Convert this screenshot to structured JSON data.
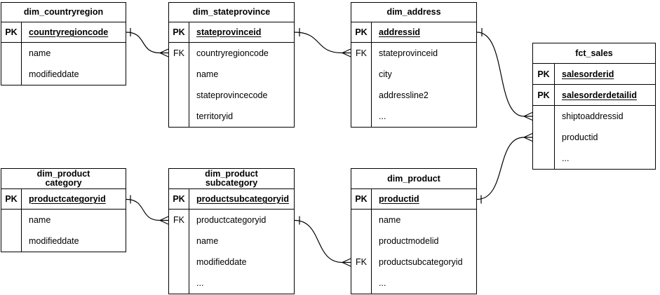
{
  "diagram": {
    "type": "entity-relationship",
    "colors": {
      "background": "#ffffff",
      "line": "#000000",
      "text": "#000000"
    },
    "tables": [
      {
        "name": "dim_countryregion",
        "title_lines": [
          "dim_countryregion"
        ],
        "rows": [
          {
            "key": "PK",
            "field": "countryregioncode"
          },
          {
            "key": "",
            "field": "name"
          },
          {
            "key": "",
            "field": "modifieddate"
          }
        ]
      },
      {
        "name": "dim_stateprovince",
        "title_lines": [
          "dim_stateprovince"
        ],
        "rows": [
          {
            "key": "PK",
            "field": "stateprovinceid"
          },
          {
            "key": "FK",
            "field": "countryregioncode"
          },
          {
            "key": "",
            "field": "name"
          },
          {
            "key": "",
            "field": "stateprovincecode"
          },
          {
            "key": "",
            "field": "territoryid"
          }
        ]
      },
      {
        "name": "dim_address",
        "title_lines": [
          "dim_address"
        ],
        "rows": [
          {
            "key": "PK",
            "field": "addressid"
          },
          {
            "key": "FK",
            "field": "stateprovinceid"
          },
          {
            "key": "",
            "field": "city"
          },
          {
            "key": "",
            "field": "addressline2"
          },
          {
            "key": "",
            "field": "..."
          }
        ]
      },
      {
        "name": "fct_sales",
        "title_lines": [
          "fct_sales"
        ],
        "rows": [
          {
            "key": "PK",
            "field": "salesorderid"
          },
          {
            "key": "PK",
            "field": "salesorderdetailid"
          },
          {
            "key": "",
            "field": "shiptoaddressid"
          },
          {
            "key": "",
            "field": "productid"
          },
          {
            "key": "",
            "field": "..."
          }
        ]
      },
      {
        "name": "dim_product category",
        "title_lines": [
          "dim_product",
          "category"
        ],
        "rows": [
          {
            "key": "PK",
            "field": "productcategoryid"
          },
          {
            "key": "",
            "field": "name"
          },
          {
            "key": "",
            "field": "modifieddate"
          }
        ]
      },
      {
        "name": "dim_product subcategory",
        "title_lines": [
          "dim_product",
          "subcategory"
        ],
        "rows": [
          {
            "key": "PK",
            "field": "productsubcategoryid"
          },
          {
            "key": "FK",
            "field": "productcategoryid"
          },
          {
            "key": "",
            "field": "name"
          },
          {
            "key": "",
            "field": "modifieddate"
          },
          {
            "key": "",
            "field": "..."
          }
        ]
      },
      {
        "name": "dim_product",
        "title_lines": [
          "dim_product"
        ],
        "rows": [
          {
            "key": "PK",
            "field": "productid"
          },
          {
            "key": "",
            "field": "name"
          },
          {
            "key": "",
            "field": "productmodelid"
          },
          {
            "key": "FK",
            "field": "productsubcategoryid"
          },
          {
            "key": "",
            "field": "..."
          }
        ]
      }
    ],
    "relationships": [
      {
        "from": "dim_countryregion",
        "to": "dim_stateprovince",
        "cardinality": "one-to-many"
      },
      {
        "from": "dim_stateprovince",
        "to": "dim_address",
        "cardinality": "one-to-many"
      },
      {
        "from": "dim_address",
        "to": "fct_sales",
        "cardinality": "one-to-many"
      },
      {
        "from": "dim_product",
        "to": "fct_sales",
        "cardinality": "one-to-many"
      },
      {
        "from": "dim_product category",
        "to": "dim_product subcategory",
        "cardinality": "one-to-many"
      },
      {
        "from": "dim_product subcategory",
        "to": "dim_product",
        "cardinality": "one-to-many"
      }
    ]
  }
}
